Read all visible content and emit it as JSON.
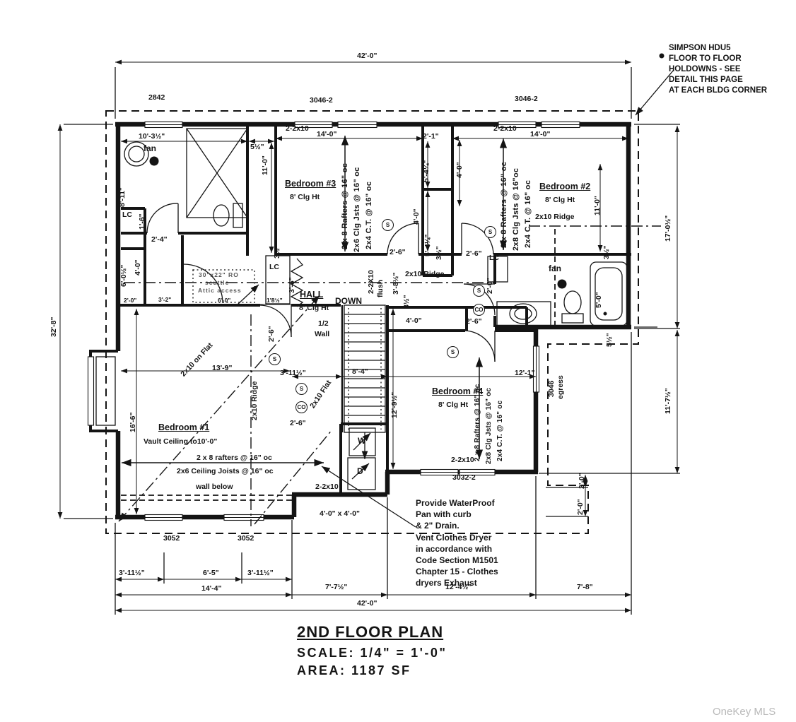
{
  "title_block": {
    "title": "2ND FLOOR PLAN",
    "scale": "SCALE: 1/4\" = 1'-0\"",
    "area": "AREA:  1187 SF"
  },
  "watermark": "OneKey MLS",
  "corner_note": [
    "SIMPSON HDU5",
    "FLOOR TO FLOOR",
    "HOLDOWNS - SEE",
    "DETAIL THIS PAGE",
    "AT EACH BLDG CORNER"
  ],
  "dryer_note": [
    "Provide WaterProof",
    "Pan with curb",
    "& 2\" Drain.",
    "Vent Clothes Dryer",
    "in accordance with",
    "Code Section M1501",
    "Chapter 15 - Clothes",
    "dryers Exhaust"
  ],
  "attic_note": [
    "30\"x22\" RO",
    "scuttle",
    "Attic access"
  ],
  "rooms": {
    "bedroom1": {
      "name": "Bedroom #1",
      "ceiling": "Vault Ceiling to10'-0\"",
      "rafters": "2 x 8 rafters @ 16\" oc",
      "joists": "2x6 Ceiling Joists @ 16\" oc",
      "wall_below": "wall below",
      "ridge": "2x10 Ridge",
      "ridge_flat": "2x10 on Flat"
    },
    "bedroom2": {
      "name": "Bedroom #2",
      "ceiling": "8' Clg Ht",
      "rafters": "2 x 8 Rafters @ 16\" oc",
      "joists": "2x8 Clg Jsts @ 16\"oc",
      "collar": "2x4 C.T. @ 16\" oc",
      "ridge": "2x10 Ridge"
    },
    "bedroom3": {
      "name": "Bedroom #3",
      "ceiling": "8' Clg Ht",
      "rafters": "2 x 8 Rafters @ 16\" oc",
      "joists": "2x6 Clg Jsts @ 16\" oc",
      "collar": "2x4 C.T. @ 16\" oc"
    },
    "bedroom4": {
      "name": "Bedroom #4",
      "ceiling": "8' Clg Ht",
      "rafters": "2 x 8 Rafters @ 16\" oc",
      "joists": "2x8 Clg Jsts @ 16\" oc",
      "collar": "2x4 C.T. @ 16\" oc"
    },
    "hall": {
      "name": "HALL",
      "ceiling": "8' Clg Ht",
      "ridge": "2x10 Ridge",
      "flat": "2x10 Flat"
    }
  },
  "stair": {
    "down": "DOWN",
    "half_wall_1": "1/2",
    "half_wall_2": "Wall",
    "header": "2-2X10",
    "flush": "flush"
  },
  "fixtures": {
    "fan": "fan",
    "washer": "W",
    "dryer": "D",
    "linen": "LC",
    "smoke": "S",
    "co": "CO"
  },
  "headers": {
    "double2x10": "2-2x10"
  },
  "windows": {
    "w2842": "2842",
    "w3046": "3046-2",
    "w3052": "3052",
    "w3032": "3032-2",
    "egress1": "3046",
    "egress2": "egress"
  },
  "dims": {
    "d42": "42'-0\"",
    "d32_8": "32'-8\"",
    "d17_0h": "17'-0½\"",
    "d11_7h": "11'-7½\"",
    "d14_0": "14'-0\"",
    "d14_4": "14'-4\"",
    "d13_9": "13'-9\"",
    "d12_1": "12'-1\"",
    "d12_4h": "12'-4½\"",
    "d12_9h": "12'-9½\"",
    "d16_6": "16'-6\"",
    "d11_0": "11'-0\"",
    "d10_3h": "10'-3½\"",
    "d8_11": "8'-11\"",
    "d8_4": "8'-4\"",
    "d7_7h": "7'-7½\"",
    "d7_8": "7'-8\"",
    "d6_5": "6'-5\"",
    "d6_0h": "6'-0½\"",
    "d6_0": "6'-0\"",
    "d5_4q": "5'-4¼\"",
    "d5_0": "5'-0\"",
    "d4_0": "4'-0\"",
    "d4x4": "4'-0\" x 4'-0\"",
    "d3_11h": "3'-11½\"",
    "d3_8h": "3'-8½\"",
    "d3_6": "3'-6\"",
    "d3_2": "3'-2\"",
    "d2_6": "2'-6\"",
    "d2_4": "2'-4\"",
    "d2_1": "2'-1\"",
    "d2_0": "2'-0\"",
    "d1_8h": "1'8½\"",
    "d1_6": "1'-6\"",
    "d5h": "5½\"",
    "d3h": "3½\""
  }
}
